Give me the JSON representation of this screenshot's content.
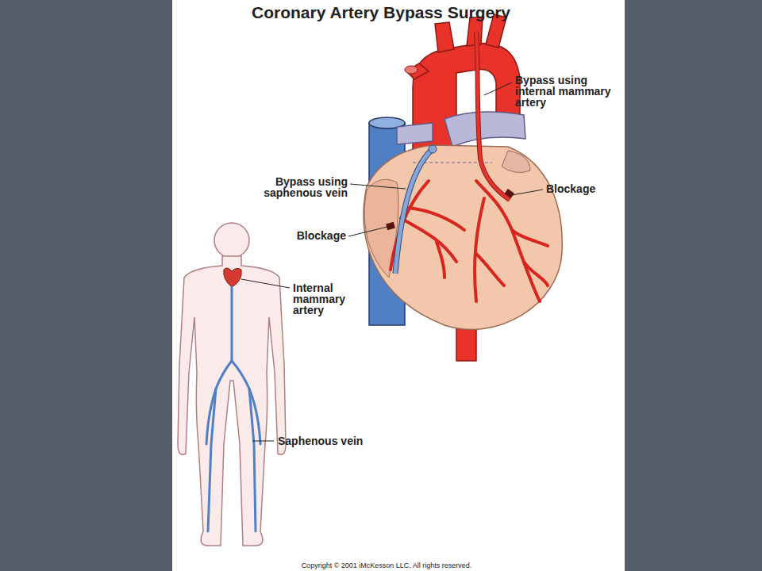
{
  "diagram": {
    "title": "Coronary Artery Bypass Surgery",
    "labels": [
      "Bypass using internal mammary artery",
      "Bypass using saphenous vein",
      "Blockage",
      "Blockage",
      "Internal mammary artery",
      "Saphenous vein",
      "Copyright © 2001 iMcKesson LLC. All rights reserved."
    ]
  }
}
